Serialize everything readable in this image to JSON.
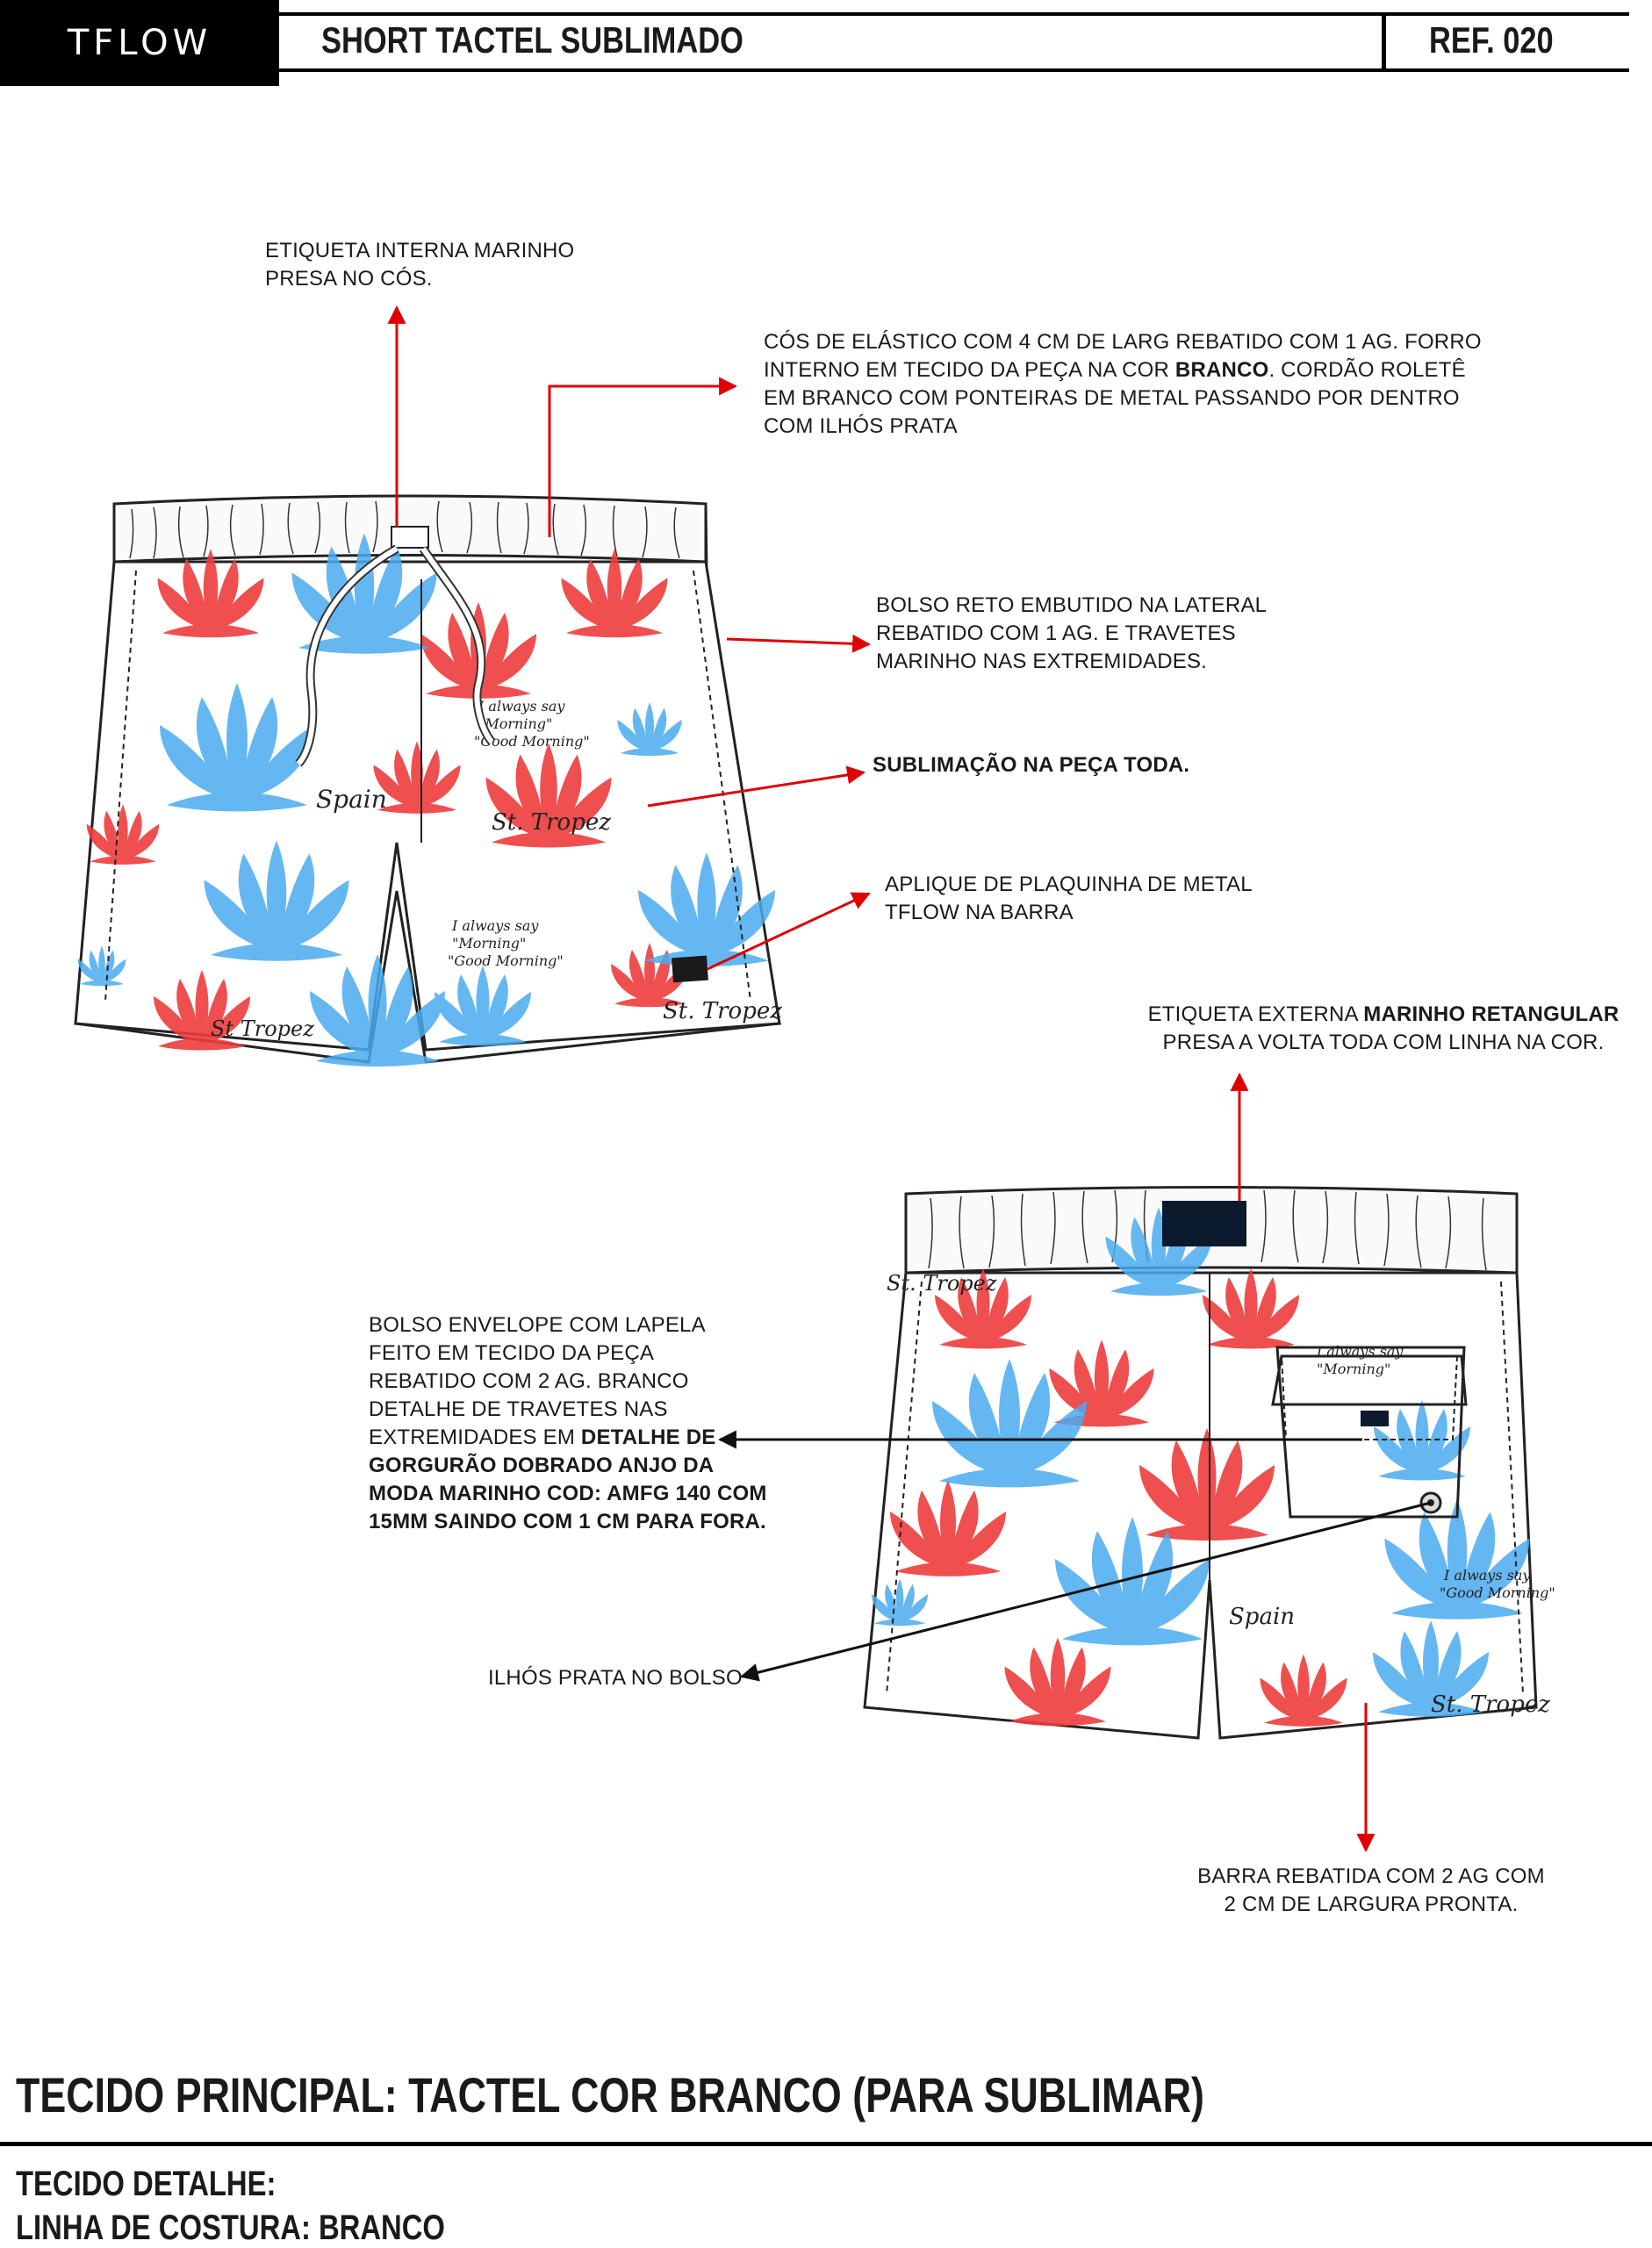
{
  "header": {
    "logo": "TFLOW",
    "title": "SHORT TACTEL SUBLIMADO",
    "ref": "REF. 020"
  },
  "annotations": {
    "etiqueta_interna": [
      "ETIQUETA INTERNA MARINHO",
      "PRESA NO CÓS."
    ],
    "cos": {
      "line1": "CÓS DE ELÁSTICO COM 4 CM DE LARG REBATIDO COM 1 AG. FORRO",
      "line2_pre": "INTERNO EM TECIDO DA PEÇA NA COR ",
      "line2_bold": "BRANCO",
      "line2_post": ". CORDÃO ROLETÊ",
      "line3": "EM BRANCO COM PONTEIRAS DE METAL PASSANDO POR DENTRO",
      "line4": "COM ILHÓS PRATA"
    },
    "bolso_reto": [
      "BOLSO RETO EMBUTIDO NA LATERAL",
      "REBATIDO COM 1 AG. E TRAVETES",
      "MARINHO NAS EXTREMIDADES."
    ],
    "sublimacao": "SUBLIMAÇÃO NA PEÇA TODA.",
    "aplique": [
      "APLIQUE DE PLAQUINHA DE METAL",
      "TFLOW NA BARRA"
    ],
    "etiqueta_externa": {
      "pre": "ETIQUETA EXTERNA ",
      "bold": "MARINHO RETANGULAR",
      "line2": "PRESA A VOLTA TODA COM LINHA NA COR."
    },
    "bolso_envelope": {
      "lines": [
        "BOLSO ENVELOPE  COM LAPELA",
        "FEITO EM TECIDO DA PEÇA",
        "REBATIDO COM 2 AG.  BRANCO",
        "DETALHE DE TRAVETES NAS"
      ],
      "line5_pre": "EXTREMIDADES EM ",
      "line5_bold": "DETALHE DE",
      "bold_lines": [
        "GORGURÃO DOBRADO ANJO DA",
        "MODA MARINHO COD: AMFG 140 COM",
        "15MM SAINDO COM 1 CM PARA FORA."
      ]
    },
    "ilhos": "ILHÓS PRATA NO BOLSO",
    "barra": [
      "BARRA REBATIDA COM 2 AG COM",
      "2 CM DE LARGURA PRONTA."
    ]
  },
  "footer": {
    "tecido_principal": "TECIDO PRINCIPAL: TACTEL COR BRANCO (PARA SUBLIMAR)",
    "tecido_detalhe": "TECIDO DETALHE:",
    "linha_costura": "LINHA DE COSTURA: BRANCO"
  },
  "colors": {
    "arrow": "#e00000",
    "print_red": "#ee3b3b",
    "print_blue": "#4aaaf0",
    "label_navy": "#0b1a2c"
  }
}
